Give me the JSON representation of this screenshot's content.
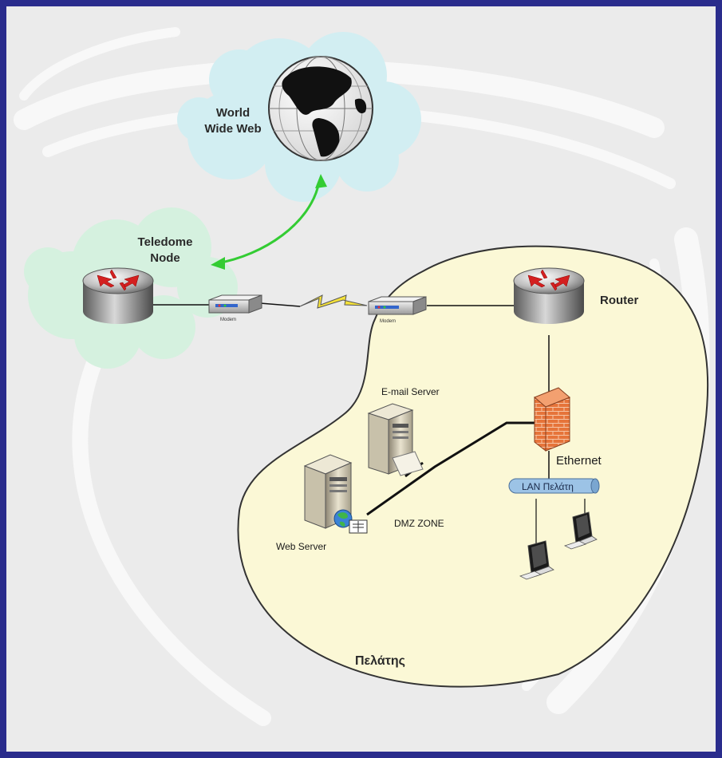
{
  "diagram": {
    "colors": {
      "border": "#2a2c8c",
      "background": "#ebebeb",
      "swirl": "#f8f8f8",
      "blob_fill": "#fbf8d6",
      "blob_stroke": "#333333",
      "cloud_fill": "#d2eef2",
      "node_cloud_fill": "#d5f1df",
      "link_green": "#33cc33",
      "cable": "#111111",
      "firewall": "#e6743a"
    },
    "labels": {
      "www": [
        "World",
        "Wide Web"
      ],
      "teledome": [
        "Teledome",
        "Node"
      ],
      "router": "Router",
      "email_server": "E-mail Server",
      "web_server": "Web Server",
      "dmz_zone": "DMZ ZONE",
      "ethernet": "Ethernet",
      "lan": "LAN Πελάτη",
      "client_zone": "Πελάτης",
      "modem_left": "Modem",
      "modem_right": "Modem"
    },
    "icons": {
      "globe": "globe-icon",
      "teledome_router": "router-icon",
      "client_router": "router-icon",
      "modem": "modem-icon",
      "firewall": "firewall-icon",
      "server": "server-icon",
      "workstation": "workstation-icon",
      "wan_link": "lightning-icon"
    }
  }
}
